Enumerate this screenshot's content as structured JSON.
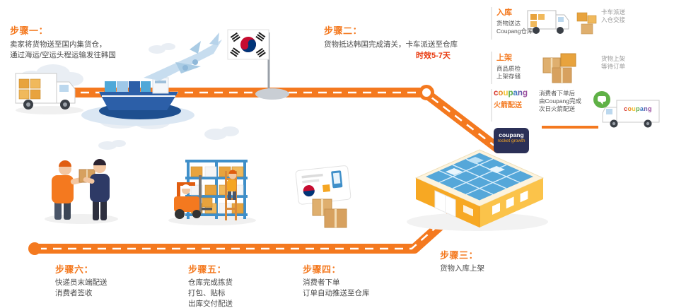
{
  "colors": {
    "accent": "#F4791F",
    "red": "#E8380D",
    "coupang_letters": [
      "#D7352C",
      "#E98A27",
      "#F2C430",
      "#58A946",
      "#3E7BC0",
      "#6456A8",
      "#9A4E9E"
    ]
  },
  "steps": {
    "s1": {
      "label": "步骤一：",
      "desc1": "卖家将货物送至国内集货仓，",
      "desc2": "通过海运/空运头程运输发往韩国"
    },
    "s2": {
      "label": "步骤二：",
      "desc1": "货物抵达韩国完成清关，卡车派送至仓库",
      "highlight": "时效5-7天"
    },
    "s3": {
      "label": "步骤三：",
      "desc1": "货物入库上架"
    },
    "s4": {
      "label": "步骤四：",
      "desc1": "消费者下单",
      "desc2": "订单自动推送至仓库"
    },
    "s5": {
      "label": "步骤五：",
      "desc1": "仓库完成拣货",
      "desc2": "打包、贴标",
      "desc3": "出库交付配送"
    },
    "s6": {
      "label": "步骤六：",
      "desc1": "快递员末端配送",
      "desc2": "消费者签收"
    }
  },
  "panel": {
    "rows": [
      {
        "label": "入库",
        "desc1": "货物送达",
        "desc2": "Coupang仓库",
        "note1": "卡车派送",
        "note2": "入仓交接"
      },
      {
        "label": "上架",
        "desc1": "商品质检",
        "desc2": "上架存储",
        "note1": "货物上架",
        "note2": "等待订单"
      },
      {
        "brand": "coupang",
        "label": "火箭配送",
        "desc1": "消费者下单后",
        "desc2": "由Coupang完成",
        "desc3": "次日火箭配送"
      }
    ]
  },
  "badge": {
    "brand": "coupang",
    "sub": "rocket growth"
  },
  "truck": {
    "brand": "coupang"
  }
}
